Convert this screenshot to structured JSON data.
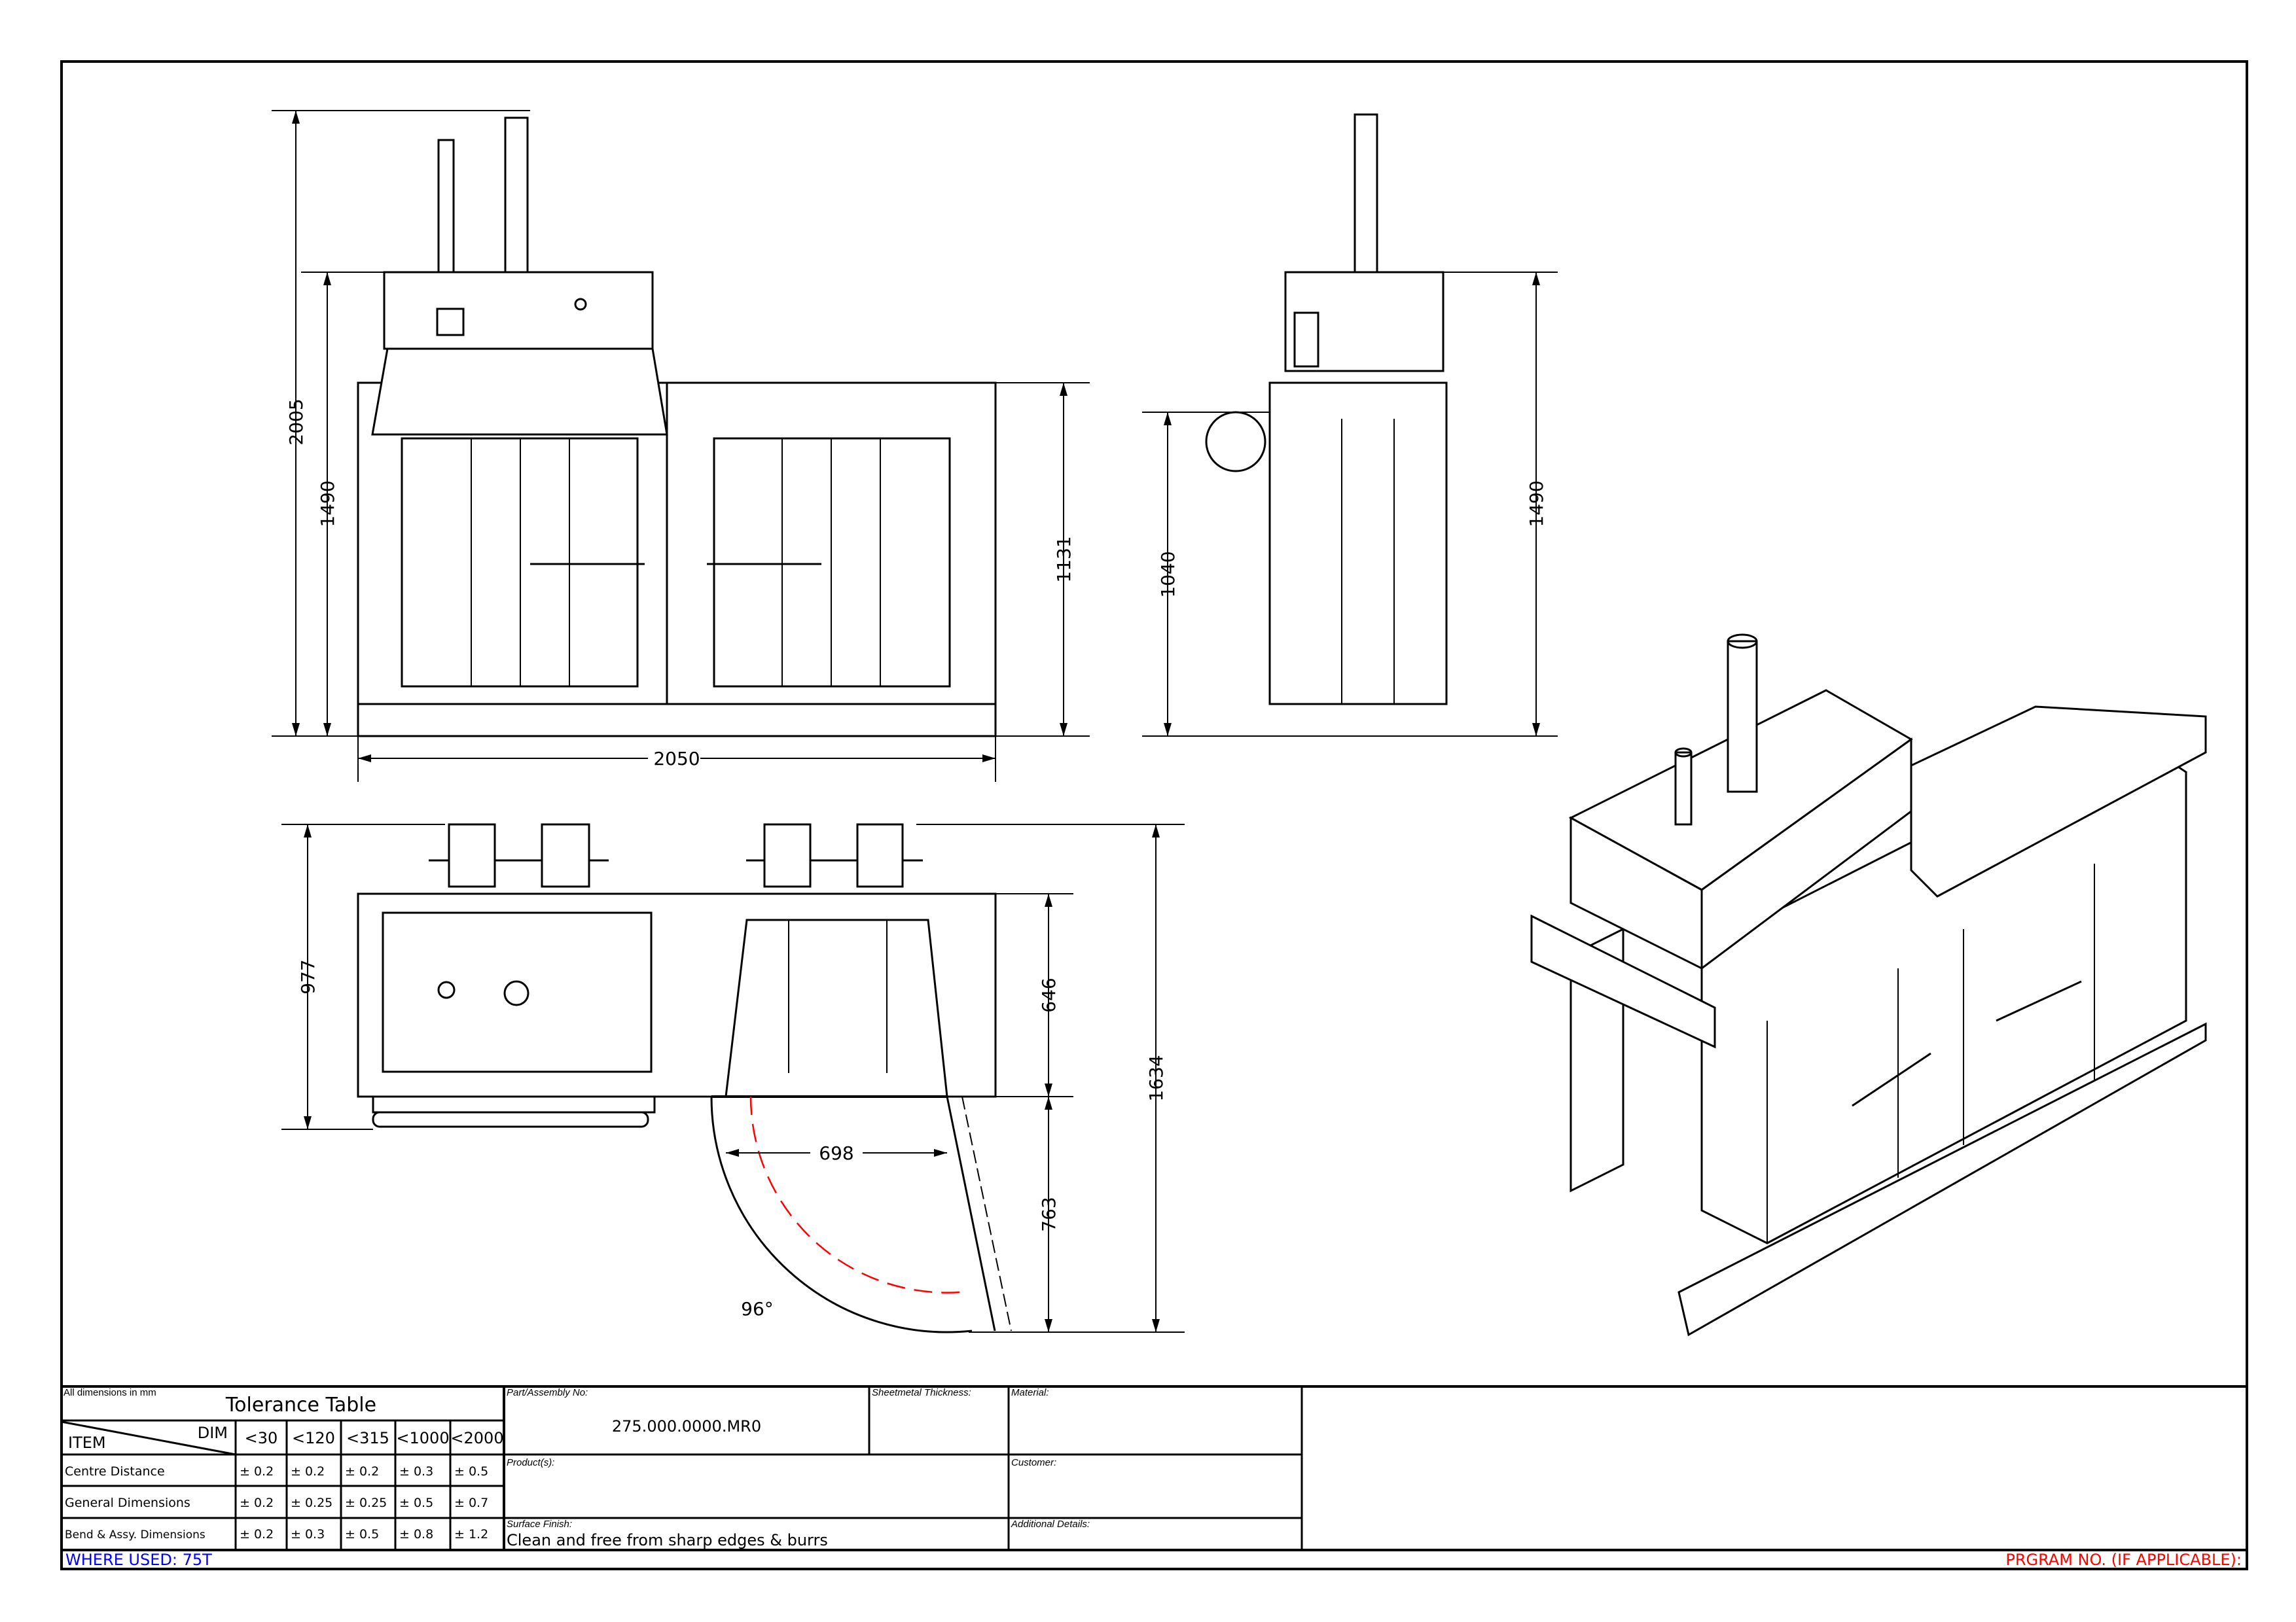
{
  "drawing": {
    "front_view": {
      "dims": {
        "overall_height": "2005",
        "body_height": "1490",
        "right_height": "1131",
        "width": "2050"
      }
    },
    "side_view": {
      "dims": {
        "lower_height": "1040",
        "body_height": "1490"
      }
    },
    "top_view": {
      "dims": {
        "depth": "977",
        "body_depth": "646",
        "total_depth": "1634",
        "door_width": "698",
        "door_swing": "763",
        "door_angle": "96°"
      }
    }
  },
  "title_block": {
    "units_note": "All dimensions in mm",
    "tolerance_title": "Tolerance Table",
    "header_item": "ITEM",
    "header_dim": "DIM",
    "columns": [
      "<30",
      "<120",
      "<315",
      "<1000",
      "<2000"
    ],
    "rows": [
      {
        "item": "Centre Distance",
        "values": [
          "± 0.2",
          "± 0.2",
          "± 0.2",
          "± 0.3",
          "± 0.5"
        ]
      },
      {
        "item": "General Dimensions",
        "values": [
          "± 0.2",
          "± 0.25",
          "± 0.25",
          "± 0.5",
          "± 0.7"
        ]
      },
      {
        "item": "Bend & Assy. Dimensions",
        "values": [
          "± 0.2",
          "± 0.3",
          "± 0.5",
          "± 0.8",
          "± 1.2"
        ]
      }
    ],
    "part_no_label": "Part/Assembly No:",
    "part_no": "275.000.0000.MR0",
    "sheetmetal_label": "Sheetmetal Thickness:",
    "material_label": "Material:",
    "products_label": "Product(s):",
    "customer_label": "Customer:",
    "surface_label": "Surface Finish:",
    "surface_value": "Clean and free from sharp edges & burrs",
    "additional_label": "Additional Details:",
    "where_used": "WHERE USED: 75T",
    "program_no": "PRGRAM NO. (IF APPLICABLE):",
    "colors": {
      "where_used": "#0000ff",
      "program_no": "#ff0000",
      "swing_arc": "#ff0000"
    }
  }
}
